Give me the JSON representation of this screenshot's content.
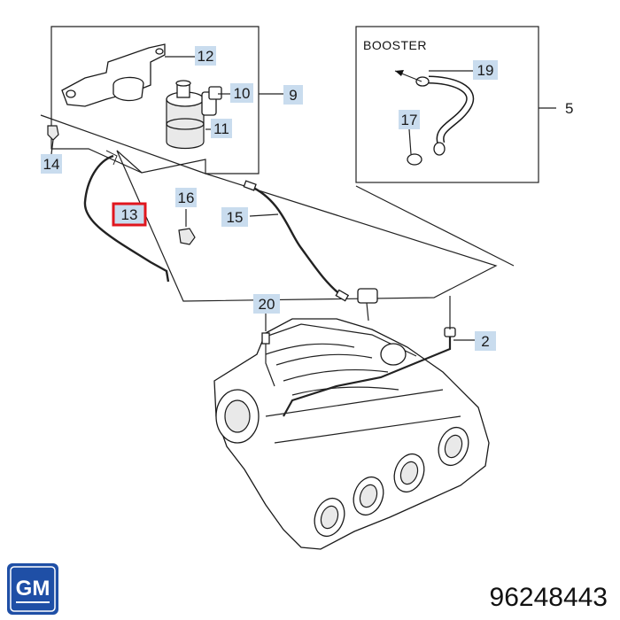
{
  "booster_label": "BOOSTER",
  "part_number": "96248443",
  "brand_logo": "GM",
  "callouts": {
    "c2": "2",
    "c5": "5",
    "c9": "9",
    "c10": "10",
    "c11": "11",
    "c12": "12",
    "c13": "13",
    "c14": "14",
    "c15": "15",
    "c16": "16",
    "c17": "17",
    "c19": "19",
    "c20": "20"
  },
  "colors": {
    "callout_box": "#c9dcee",
    "highlight_box": "#e0161e",
    "logo_bg": "#1f4fa6"
  }
}
